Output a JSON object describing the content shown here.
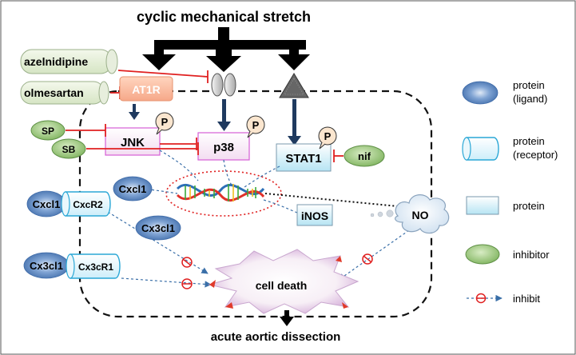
{
  "title": "cyclic mechanical stretch",
  "outcome": "acute aortic dissection",
  "drugs": {
    "azelnidipine": "azelnidipine",
    "olmesartan": "olmesartan"
  },
  "receptors": {
    "at1r": "AT1R",
    "cxcr2": "CxcR2",
    "cx3cr1": "Cx3cR1"
  },
  "ligands": {
    "cxcl1_outside": "Cxcl1",
    "cxcl1_inside": "Cxcl1",
    "cx3cl1_outside": "Cx3cl1",
    "cx3cl1_inside": "Cx3cl1"
  },
  "kinases": {
    "jnk": "JNK",
    "p38": "p38",
    "stat1": "STAT1",
    "phospho": "P"
  },
  "inhibitors": {
    "sp": "SP",
    "sb": "SB",
    "nif": "nif"
  },
  "molecules": {
    "inos": "iNOS",
    "no": "NO"
  },
  "cell_death": "cell death",
  "legend": {
    "ligand": [
      "protein",
      "(ligand)"
    ],
    "receptor": [
      "protein",
      "(receptor)"
    ],
    "protein": "protein",
    "inhibitor": "inhibitor",
    "inhibit": "inhibit"
  },
  "colors": {
    "ligand_blue": "#4f7fbf",
    "receptor_cyan": "#2aa7d6",
    "pink_border": "#d65fd6",
    "inhibitor_green": "#8bbf6a",
    "inhibit_red": "#e02020",
    "dashed_blue": "#3a6fa8"
  }
}
